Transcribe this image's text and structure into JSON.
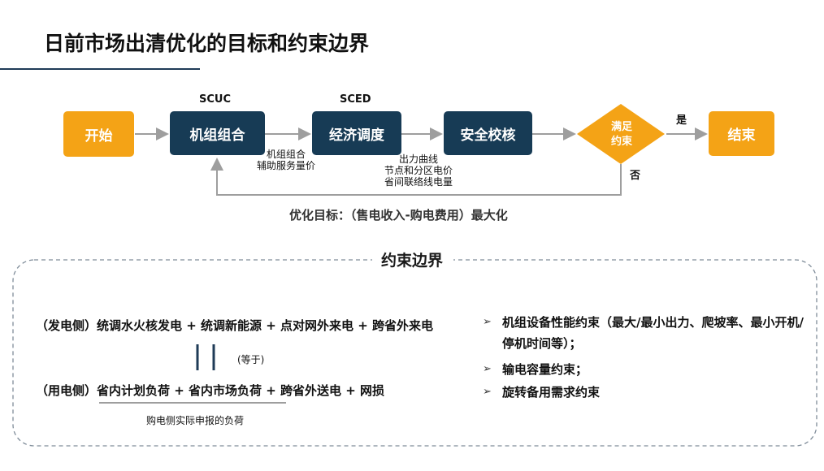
{
  "title": "日前市场出清优化的目标和约束边界",
  "flow": {
    "start": "开始",
    "unit_commitment": "机组组合",
    "economic_dispatch": "经济调度",
    "security_check": "安全校核",
    "decision_line1": "满足",
    "decision_line2": "约束",
    "end": "结束",
    "scuc_label": "SCUC",
    "sced_label": "SCED",
    "yes_label": "是",
    "no_label": "否",
    "scuc_output_line1": "机组组合",
    "scuc_output_line2": "辅助服务量价",
    "sced_output_line1": "出力曲线",
    "sced_output_line2": "节点和分区电价",
    "sced_output_line3": "省间联络线电量",
    "objective": "优化目标：（售电收入-购电费用）最大化"
  },
  "constraints": {
    "section_title": "约束边界",
    "generation_side": "（发电侧）统调水火核发电 + 统调新能源 + 点对网外来电 + 跨省外来电",
    "equal_note": "(等于)",
    "consumption_side": "（用电侧）省内计划负荷 + 省内市场负荷 + 跨省外送电 + 网损",
    "underline_note": "购电侧实际申报的负荷",
    "items": [
      "机组设备性能约束（最大/最小出力、爬坡率、最小开机/停机时间等）；",
      "输电容量约束；",
      "旋转备用需求约束"
    ]
  },
  "colors": {
    "orange": "#f4a316",
    "navy": "#173b55",
    "connector": "#9e9e9e"
  }
}
